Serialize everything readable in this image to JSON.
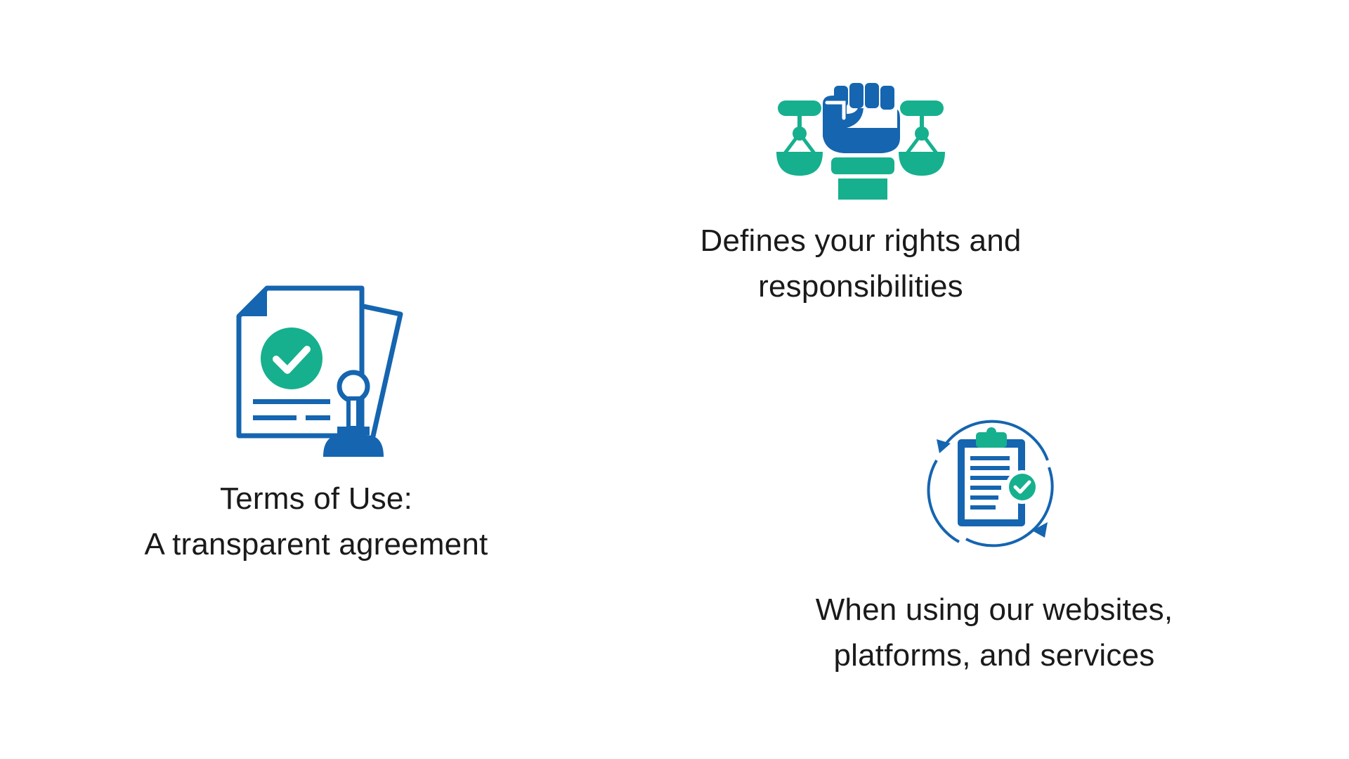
{
  "colors": {
    "blue": "#1565b0",
    "green": "#16b08e",
    "text": "#1a1a1a",
    "background": "#ffffff"
  },
  "features": [
    {
      "icon": "document-stamp-check-icon",
      "lines": [
        "Terms of Use:",
        "A transparent agreement"
      ]
    },
    {
      "icon": "fist-scales-justice-icon",
      "lines": [
        "Defines your rights and",
        "responsibilities"
      ]
    },
    {
      "icon": "clipboard-refresh-check-icon",
      "lines": [
        "When using our websites,",
        "platforms, and services"
      ]
    }
  ]
}
